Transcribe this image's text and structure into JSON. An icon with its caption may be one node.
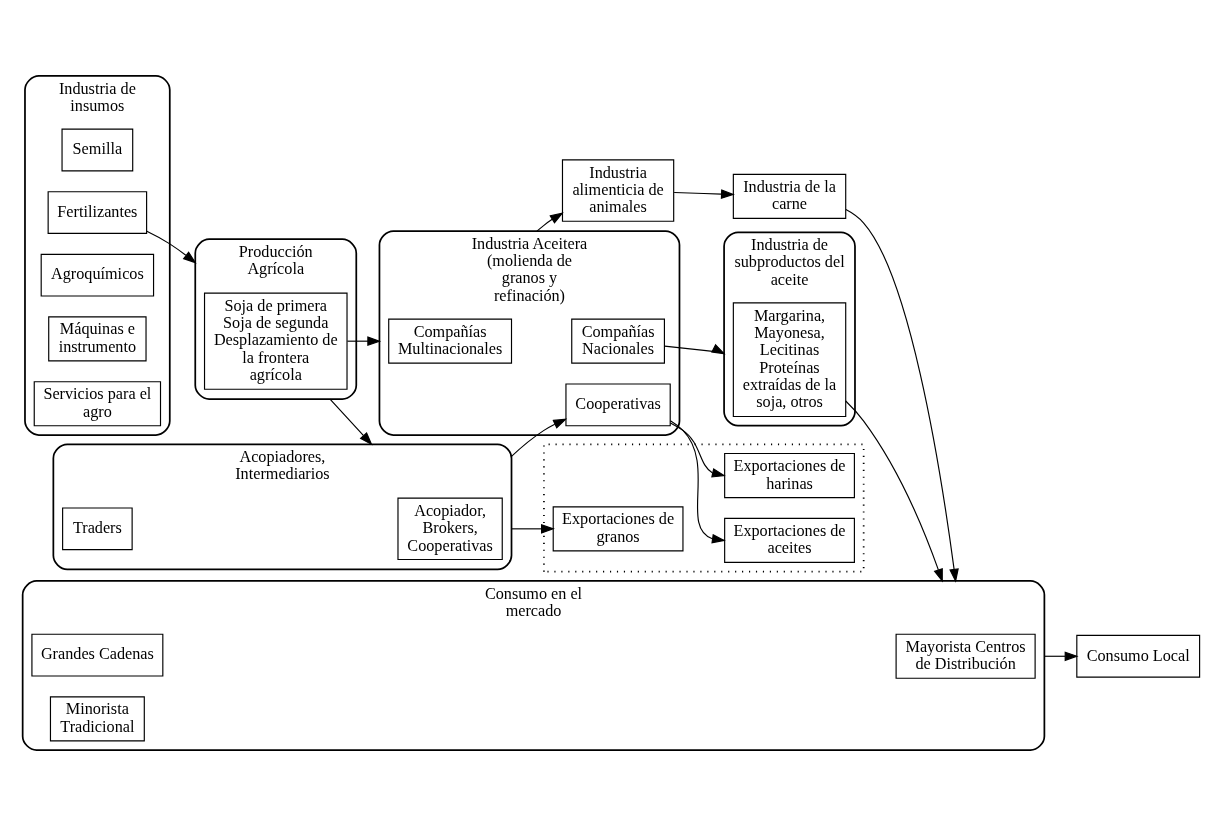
{
  "diagram": {
    "nodes": [
      {
        "text": [
          "Industria de insumos"
        ]
      },
      {
        "text": [
          "Semilla"
        ],
        "in": 0
      },
      {
        "text": [
          "Fertilizantes"
        ],
        "in": 0
      },
      {
        "text": [
          "Agroquímicos"
        ],
        "in": 0
      },
      {
        "text": [
          "Máquinas e instrumento"
        ],
        "in": 0
      },
      {
        "text": [
          "Servicios para el agro"
        ],
        "in": 0
      },
      {
        "text": [
          "Producción Agrícola"
        ]
      },
      {
        "text": [
          "Soja de primera Soja de segunda",
          "Desplazamiento de la frontera agrícola"
        ],
        "in": 6
      },
      {
        "text": [
          "Industria Aceitera (molienda de granos y refinación)"
        ]
      },
      {
        "text": [
          "Compañías Multinacionales"
        ],
        "in": 8
      },
      {
        "text": [
          "Compañías Nacionales"
        ],
        "in": 8
      },
      {
        "text": [
          "Cooperativas"
        ],
        "in": 8
      },
      {
        "text": [
          "Industria de subproductos del aceite"
        ]
      },
      {
        "text": [
          "Margarina, Mayonesa, Lecitinas Proteínas extraídas de la soja, otros"
        ],
        "in": 12
      },
      {
        "text": [
          "Consumo en el mercado"
        ]
      },
      {
        "text": [
          "Mayorista Centros de Distribución"
        ],
        "in": 14
      },
      {
        "text": [
          "Grandes Cadenas"
        ],
        "in": 14
      },
      {
        "text": [
          "Minorista Tradicional"
        ],
        "in": 14
      },
      {
        "text": [
          "Acopiadores, Intermediarios"
        ]
      },
      {
        "text": [
          "Acopiador, Brokers, Cooperativas"
        ],
        "in": 18
      },
      {
        "text": [
          "Traders"
        ],
        "in": 18
      },
      {
        "text": [
          "Industria alimenticia de animales"
        ]
      },
      {
        "text": [
          "Industria de la carne"
        ]
      },
      {
        "text": [],
        "shape": "box"
      },
      {
        "text": [
          "Exportaciones de granos"
        ],
        "in": 23
      },
      {
        "text": [
          "Exportaciones de harinas"
        ],
        "in": 23
      },
      {
        "text": [
          "Exportaciones de aceites"
        ],
        "in": 23
      },
      {
        "text": [
          "Consumo Local"
        ]
      }
    ],
    "edges": [
      {
        "from": 2,
        "to": 6,
        "arrow": "to"
      },
      {
        "from": 7,
        "to": 8,
        "arrow": "to"
      },
      {
        "from": 10,
        "to": 12,
        "arrow": "to"
      },
      {
        "from": 13,
        "to": 14,
        "arrow": "to"
      },
      {
        "from": 6,
        "to": 18,
        "arrow": "to"
      },
      {
        "from": 18,
        "to": 11,
        "arrow": "to"
      },
      {
        "from": 11,
        "to": 25,
        "arrow": "to"
      },
      {
        "from": 11,
        "to": 26,
        "arrow": "to"
      },
      {
        "from": 8,
        "to": 21,
        "arrow": "to"
      },
      {
        "from": 21,
        "to": 22,
        "arrow": "to"
      },
      {
        "from": 22,
        "to": 14,
        "arrow": "to"
      },
      {
        "from": 14,
        "to": 27,
        "arrow": "to"
      },
      {
        "from": 18,
        "to": 24,
        "arrow": "to"
      }
    ]
  }
}
